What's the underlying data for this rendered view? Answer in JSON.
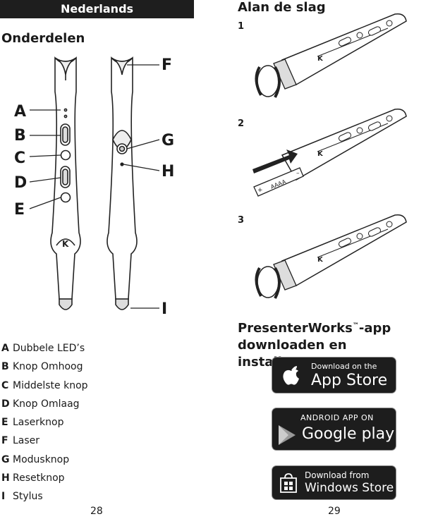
{
  "header": {
    "language": "Nederlands"
  },
  "left": {
    "title": "Onderdelen",
    "labels": {
      "A": "A",
      "B": "B",
      "C": "C",
      "D": "D",
      "E": "E",
      "F": "F",
      "G": "G",
      "H": "H",
      "I": "I"
    },
    "legend": [
      {
        "key": "A",
        "text": "Dubbele LED’s"
      },
      {
        "key": "B",
        "text": "Knop Omhoog"
      },
      {
        "key": "C",
        "text": "Middelste knop"
      },
      {
        "key": "D",
        "text": "Knop Omlaag"
      },
      {
        "key": "E",
        "text": "Laserknop"
      },
      {
        "key": "F",
        "text": "Laser"
      },
      {
        "key": "G",
        "text": "Modusknop"
      },
      {
        "key": "H",
        "text": "Resetknop"
      },
      {
        "key": "I",
        "text": "Stylus"
      }
    ],
    "page_number": "28"
  },
  "right": {
    "title": "Alan de slag",
    "steps": [
      "1",
      "2",
      "3"
    ],
    "battery_label": "AAAA",
    "battery_plus": "+",
    "battery_minus": "–",
    "app_title_line1": "PresenterWorks",
    "app_title_tm": "™",
    "app_title_line1_suffix": "-app",
    "app_title_line2": "downloaden en installeren",
    "stores": {
      "apple": {
        "small": "Download on the",
        "big": "App Store"
      },
      "google": {
        "small": "ANDROID APP ON",
        "big": "Google play"
      },
      "windows": {
        "small": "Download from",
        "big": "Windows Store"
      }
    },
    "page_number": "29"
  }
}
